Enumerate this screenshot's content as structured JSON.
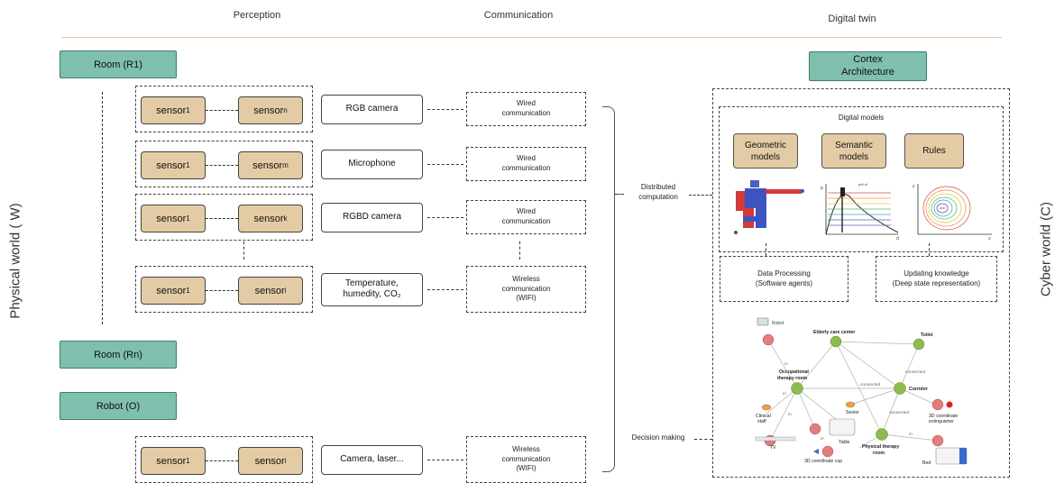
{
  "headers": {
    "perception": "Perception",
    "communication": "Communication",
    "digital_twin": "Digital twin"
  },
  "left_label": "Physical world ( W)",
  "right_label": "Cyber world (C)",
  "rooms": {
    "room1": "Room (R1)",
    "roomn": "Room (Rn)",
    "robot": "Robot (O)"
  },
  "sensor_rows": [
    {
      "s1_base": "sensor",
      "s1_sub": "1",
      "s2_base": "sensor",
      "s2_sub": "n",
      "device": "RGB camera",
      "comm": [
        "Wired",
        "communication"
      ]
    },
    {
      "s1_base": "sensor",
      "s1_sub": "1",
      "s2_base": "sensor",
      "s2_sub": "m",
      "device": "Microphone",
      "comm": [
        "Wired",
        "communication"
      ]
    },
    {
      "s1_base": "sensor",
      "s1_sub": "1",
      "s2_base": "sensor",
      "s2_sub": "k",
      "device": "RGBD camera",
      "comm": [
        "Wired",
        "communication"
      ]
    },
    {
      "s1_base": "sensor",
      "s1_sub": "1",
      "s2_base": "sensor",
      "s2_sub": "i",
      "device": [
        "Temperature,",
        "humedity, CO₂"
      ],
      "comm": [
        "Wireless",
        "communication",
        "(WIFI)"
      ]
    },
    {
      "s1_base": "sensor",
      "s1_sub": "1",
      "s2_base": "sensor",
      "s2_sub": "i",
      "device": "Camera, laser...",
      "comm": [
        "Wireless",
        "communication",
        "(WIFI)"
      ]
    }
  ],
  "distributed": [
    "Distributed",
    "computation"
  ],
  "decision": "Decision making",
  "cortex": [
    "Cortex",
    "Architecture"
  ],
  "digital_models": {
    "title": "Digital models",
    "geometric": [
      "Geometric",
      "models"
    ],
    "semantic": [
      "Semantic",
      "models"
    ],
    "rules": "Rules",
    "plot_labels": {
      "pdf": "pdf of",
      "p": "p",
      "d": "d",
      "x": "x",
      "y": "y"
    }
  },
  "data_processing": [
    "Data Processing",
    "(Software agents)"
  ],
  "updating": [
    "Updating knowledge",
    "(Deep state representation)"
  ],
  "graph": {
    "robot": "Robot",
    "elderly": "Elderly care center",
    "toilet": "Toilet",
    "occupational": [
      "Occupational",
      "therapy room"
    ],
    "corridor": "Corridor",
    "physical": [
      "Physical therapy",
      "room"
    ],
    "clinical": [
      "Clinical",
      "staff"
    ],
    "senior": "Senior",
    "table": "Table",
    "tv": "TV",
    "cup": "3D coordinate cup",
    "bed": "Bed",
    "extinguisher": [
      "3D coordinate",
      "extinguisher"
    ],
    "in": "in",
    "connected": "connected"
  },
  "colors": {
    "teal": "#7fbfad",
    "tan": "#e3cba5",
    "node_green": "#8dbb4e",
    "node_red": "#e07d7d"
  }
}
